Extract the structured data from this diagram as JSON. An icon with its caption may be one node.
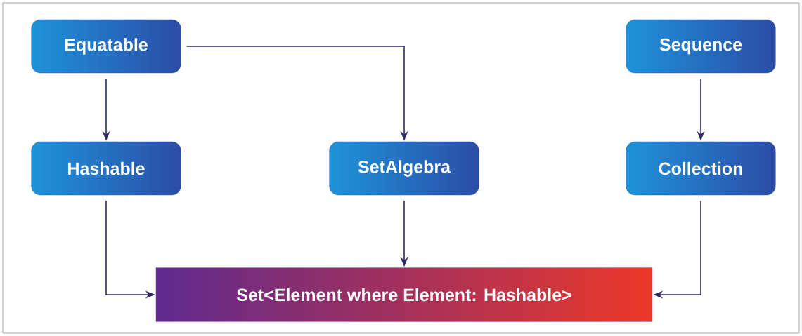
{
  "diagram": {
    "nodes": [
      {
        "text": [
          "Equatable"
        ]
      },
      {
        "text": [
          "Sequence"
        ]
      },
      {
        "text": [
          "Hashable"
        ]
      },
      {
        "text": [
          "SetAlgebra"
        ]
      },
      {
        "text": [
          "Collection"
        ]
      },
      {
        "text": [
          "Set<Element where Element: Hashable>"
        ]
      }
    ],
    "edges": [
      {
        "from": 0,
        "to": 2,
        "arrow": "to"
      },
      {
        "from": 0,
        "to": 3,
        "arrow": "to"
      },
      {
        "from": 1,
        "to": 4,
        "arrow": "to"
      },
      {
        "from": 2,
        "to": 5,
        "arrow": "to"
      },
      {
        "from": 3,
        "to": 5,
        "arrow": "to"
      },
      {
        "from": 4,
        "to": 5,
        "arrow": "to"
      }
    ]
  }
}
